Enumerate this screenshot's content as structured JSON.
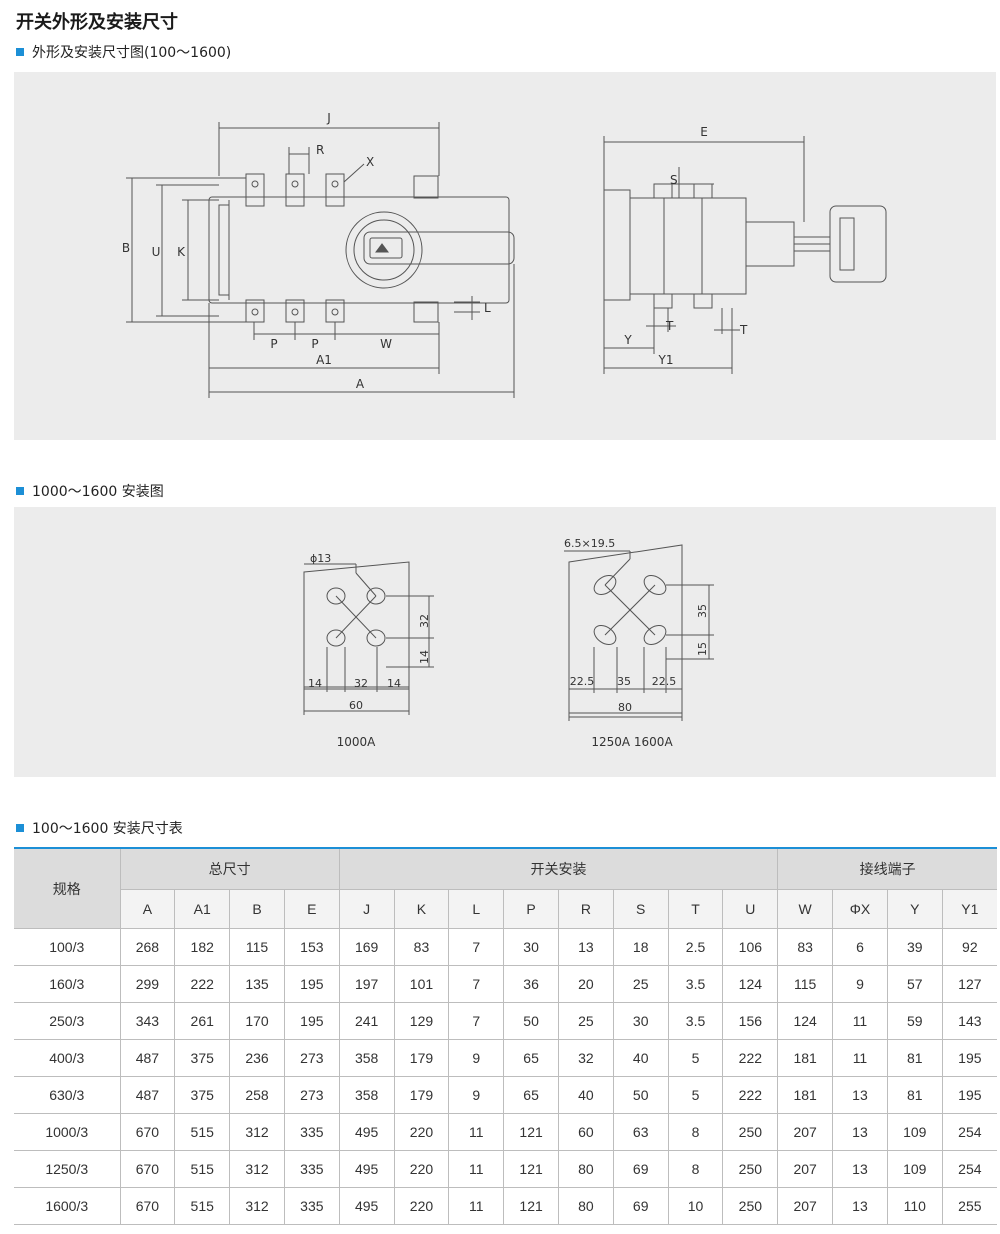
{
  "title": "开关外形及安装尺寸",
  "section1": {
    "heading": "外形及安装尺寸图(100～1600)",
    "front_labels": {
      "J": "J",
      "R": "R",
      "X": "X",
      "B": "B",
      "U": "U",
      "K": "K",
      "L": "L",
      "P1": "P",
      "P2": "P",
      "W": "W",
      "A1": "A1",
      "A": "A"
    },
    "side_labels": {
      "E": "E",
      "S": "S",
      "T1": "T",
      "T2": "T",
      "Y": "Y",
      "Y1": "Y1"
    }
  },
  "section2": {
    "heading": "1000～1600 安装图",
    "left": {
      "hole": "ϕ13",
      "d32": "32",
      "d14v": "14",
      "d14a": "14",
      "d32h": "32",
      "d14b": "14",
      "d60": "60",
      "caption": "1000A"
    },
    "right": {
      "hole": "6.5×19.5",
      "d35": "35",
      "d15": "15",
      "d225a": "22.5",
      "d35h": "35",
      "d225b": "22.5",
      "d80": "80",
      "caption": "1250A  1600A"
    }
  },
  "section3": {
    "heading": "100～1600 安装尺寸表",
    "table": {
      "label": "规格",
      "groups": [
        "总尺寸",
        "开关安装",
        "接线端子"
      ],
      "columns": [
        "A",
        "A1",
        "B",
        "E",
        "J",
        "K",
        "L",
        "P",
        "R",
        "S",
        "T",
        "U",
        "W",
        "ΦX",
        "Y",
        "Y1"
      ],
      "rows": [
        [
          "100/3",
          "268",
          "182",
          "115",
          "153",
          "169",
          "83",
          "7",
          "30",
          "13",
          "18",
          "2.5",
          "106",
          "83",
          "6",
          "39",
          "92"
        ],
        [
          "160/3",
          "299",
          "222",
          "135",
          "195",
          "197",
          "101",
          "7",
          "36",
          "20",
          "25",
          "3.5",
          "124",
          "115",
          "9",
          "57",
          "127"
        ],
        [
          "250/3",
          "343",
          "261",
          "170",
          "195",
          "241",
          "129",
          "7",
          "50",
          "25",
          "30",
          "3.5",
          "156",
          "124",
          "11",
          "59",
          "143"
        ],
        [
          "400/3",
          "487",
          "375",
          "236",
          "273",
          "358",
          "179",
          "9",
          "65",
          "32",
          "40",
          "5",
          "222",
          "181",
          "11",
          "81",
          "195"
        ],
        [
          "630/3",
          "487",
          "375",
          "258",
          "273",
          "358",
          "179",
          "9",
          "65",
          "40",
          "50",
          "5",
          "222",
          "181",
          "13",
          "81",
          "195"
        ],
        [
          "1000/3",
          "670",
          "515",
          "312",
          "335",
          "495",
          "220",
          "11",
          "121",
          "60",
          "63",
          "8",
          "250",
          "207",
          "13",
          "109",
          "254"
        ],
        [
          "1250/3",
          "670",
          "515",
          "312",
          "335",
          "495",
          "220",
          "11",
          "121",
          "80",
          "69",
          "8",
          "250",
          "207",
          "13",
          "109",
          "254"
        ],
        [
          "1600/3",
          "670",
          "515",
          "312",
          "335",
          "495",
          "220",
          "11",
          "121",
          "80",
          "69",
          "10",
          "250",
          "207",
          "13",
          "110",
          "255"
        ]
      ]
    }
  },
  "colors": {
    "accent": "#1c8fd6",
    "panel": "#ececec",
    "header": "#dcdcdc"
  }
}
